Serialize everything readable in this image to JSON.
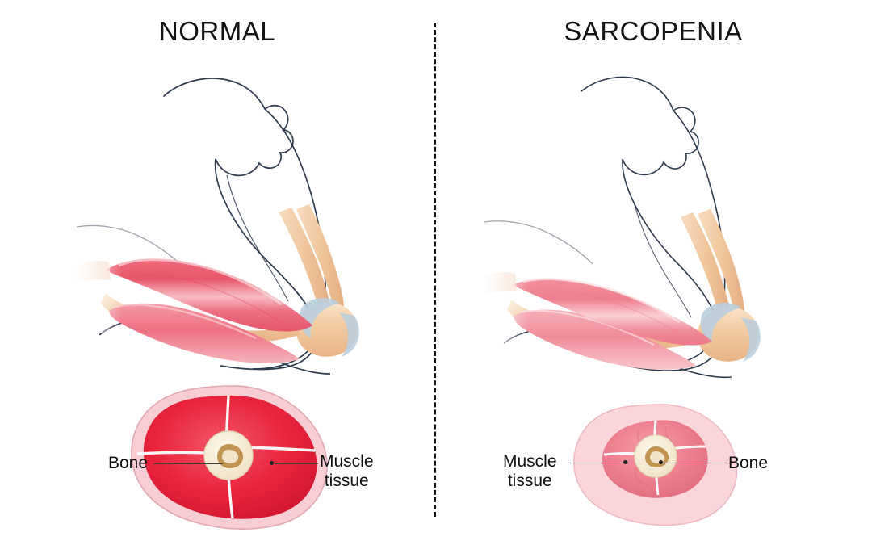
{
  "figure": {
    "type": "medical-illustration",
    "background_color": "#ffffff",
    "divider": {
      "style": "dashed",
      "color": "#111111",
      "orientation": "vertical"
    }
  },
  "panels": {
    "left": {
      "title": "NORMAL",
      "arm": {
        "description": "flexed arm with clenched fist, large bulging biceps muscle",
        "outline_color": "#2e3b4e",
        "muscle_color": "#e8566b",
        "muscle_highlight": "#f6b6bb",
        "bone_color": "#f0c9a0",
        "cartilage_color": "#b9cede"
      },
      "cross_section": {
        "muscle_fill": "#e8243c",
        "muscle_fill_light": "#f4566a",
        "rim_fill": "#f8cdd3",
        "bone_fill": "#f6ecd9",
        "marrow_fill": "#c08f4a",
        "septa_color": "#ffffff",
        "lobes": 4,
        "muscle_area_relative": 100
      },
      "labels": {
        "bone": "Bone",
        "muscle_tissue": "Muscle\ntissue"
      }
    },
    "right": {
      "title": "SARCOPENIA",
      "arm": {
        "description": "flexed arm with clenched fist, thin flattened atrophied biceps muscle",
        "outline_color": "#2e3b4e",
        "muscle_color": "#ef8390",
        "muscle_highlight": "#f8c3c8",
        "bone_color": "#f0c9a0",
        "cartilage_color": "#b9cede"
      },
      "cross_section": {
        "muscle_fill": "#ef8190",
        "muscle_fill_light": "#f4a0ac",
        "rim_fill": "#fad5da",
        "bone_fill": "#f6ecd9",
        "marrow_fill": "#c08f4a",
        "septa_color": "#ffffff",
        "lobes": 4,
        "muscle_area_relative": 38
      },
      "labels": {
        "bone": "Bone",
        "muscle_tissue": "Muscle\ntissue"
      }
    }
  }
}
